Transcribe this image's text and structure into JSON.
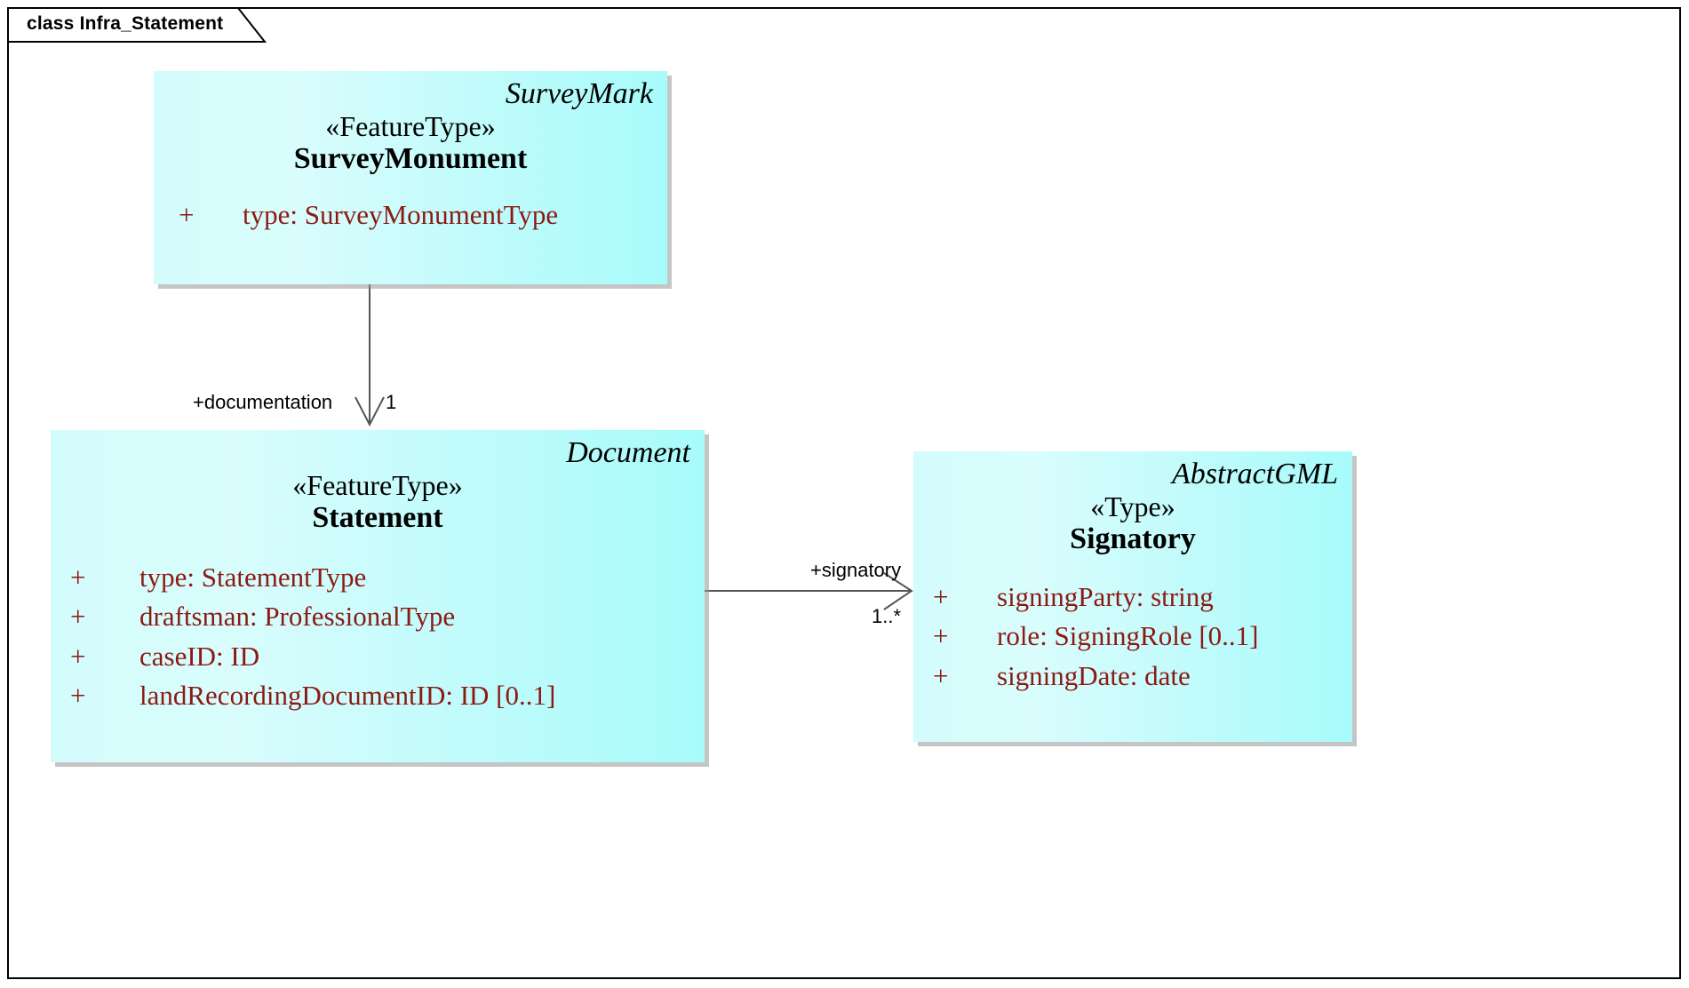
{
  "diagram": {
    "frame_label": "class Infra_Statement",
    "kind": "uml-class-diagram",
    "colors": {
      "class_fill_light": "#d4fcfc",
      "class_fill_dark": "#a8fbfb",
      "attribute_text": "#8b1a13",
      "name_text": "#000000",
      "line": "#555555",
      "frame_border": "#000000"
    }
  },
  "classes": {
    "survey_monument": {
      "package": "SurveyMark",
      "stereotype": "«FeatureType»",
      "name": "SurveyMonument",
      "attributes": [
        {
          "visibility": "+",
          "text": "type: SurveyMonumentType"
        }
      ]
    },
    "statement": {
      "package": "Document",
      "stereotype": "«FeatureType»",
      "name": "Statement",
      "attributes": [
        {
          "visibility": "+",
          "text": "type: StatementType"
        },
        {
          "visibility": "+",
          "text": "draftsman: ProfessionalType"
        },
        {
          "visibility": "+",
          "text": "caseID: ID"
        },
        {
          "visibility": "+",
          "text": "landRecordingDocumentID: ID [0..1]"
        }
      ]
    },
    "signatory": {
      "package": "AbstractGML",
      "stereotype": "«Type»",
      "name": "Signatory",
      "attributes": [
        {
          "visibility": "+",
          "text": "signingParty: string"
        },
        {
          "visibility": "+",
          "text": "role: SigningRole [0..1]"
        },
        {
          "visibility": "+",
          "text": "signingDate: date"
        }
      ]
    }
  },
  "associations": [
    {
      "id": "documentation",
      "source": "survey_monument",
      "target": "statement",
      "role_label": "+documentation",
      "multiplicity": "1",
      "direction": "down",
      "arrow": "open"
    },
    {
      "id": "signatory",
      "source": "statement",
      "target": "signatory",
      "role_label": "+signatory",
      "multiplicity": "1..*",
      "direction": "right",
      "arrow": "open"
    }
  ]
}
